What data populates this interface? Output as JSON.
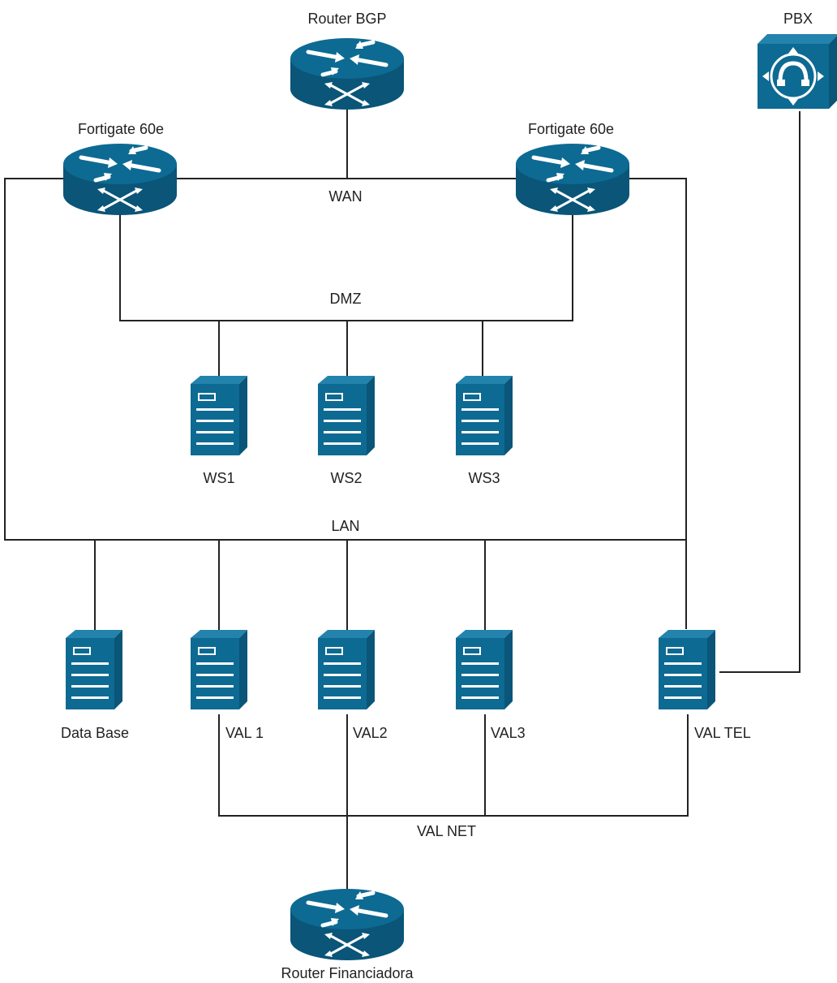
{
  "routers": {
    "bgp": "Router BGP",
    "fortigate_left": "Fortigate 60e",
    "fortigate_right": "Fortigate 60e",
    "financiadora": "Router Financiadora"
  },
  "pbx": "PBX",
  "networks": {
    "wan": "WAN",
    "dmz": "DMZ",
    "lan": "LAN",
    "valnet": "VAL NET"
  },
  "servers": {
    "ws1": "WS1",
    "ws2": "WS2",
    "ws3": "WS3",
    "database": "Data Base",
    "val1": "VAL 1",
    "val2": "VAL2",
    "val3": "VAL3",
    "valtel": "VAL TEL"
  },
  "colors": {
    "device_fill": "#0d6a93",
    "device_dark": "#0a5578",
    "device_light": "#2383ad",
    "line": "#222222"
  }
}
